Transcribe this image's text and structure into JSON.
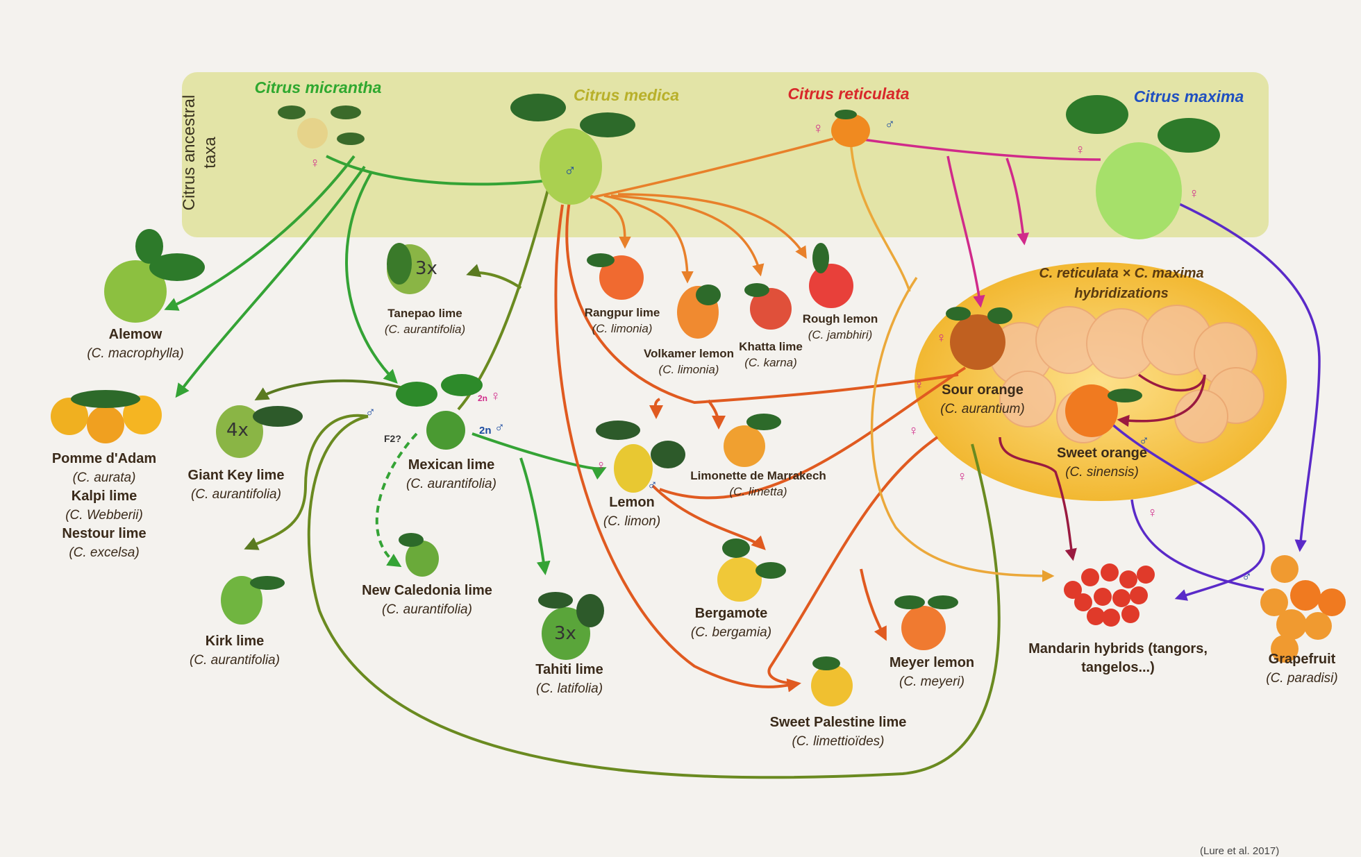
{
  "side_label": "Citrus ancestral taxa",
  "taxa": {
    "micrantha": {
      "name": "Citrus micrantha",
      "color": "#2fa82f"
    },
    "medica": {
      "name": "Citrus medica",
      "color": "#b8b02a"
    },
    "reticulata": {
      "name": "Citrus reticulata",
      "color": "#d8282a"
    },
    "maxima": {
      "name": "Citrus maxima",
      "color": "#2050c0"
    }
  },
  "hybrid_zone": {
    "line1": "C. reticulata × C. maxima",
    "line2": "hybridizations"
  },
  "nodes": {
    "alemow": {
      "name": "Alemow",
      "species": "(C. macrophylla)"
    },
    "pomme": {
      "name": "Pomme d'Adam",
      "species": "(C. aurata)"
    },
    "kalpi": {
      "name": "Kalpi lime",
      "species": "(C. Webberii)"
    },
    "nestour": {
      "name": "Nestour lime",
      "species": "(C. excelsa)"
    },
    "tanepao": {
      "name": "Tanepao lime",
      "species": "(C. aurantifolia)",
      "ploidy": "3x"
    },
    "giantkey": {
      "name": "Giant Key lime",
      "species": "(C. aurantifolia)",
      "ploidy": "4x"
    },
    "mexican": {
      "name": "Mexican lime",
      "species": "(C. aurantifolia)"
    },
    "kirk": {
      "name": "Kirk lime",
      "species": "(C. aurantifolia)"
    },
    "newcal": {
      "name": "New Caledonia lime",
      "species": "(C. aurantifolia)"
    },
    "tahiti": {
      "name": "Tahiti lime",
      "species": "(C. latifolia)",
      "ploidy": "3x"
    },
    "rangpur": {
      "name": "Rangpur lime",
      "species": "(C. limonia)"
    },
    "volkamer": {
      "name": "Volkamer lemon",
      "species": "(C. limonia)"
    },
    "khatta": {
      "name": "Khatta lime",
      "species": "(C. karna)"
    },
    "rough": {
      "name": "Rough lemon",
      "species": "(C. jambhiri)"
    },
    "lemon": {
      "name": "Lemon",
      "species": "(C. limon)"
    },
    "limonette": {
      "name": "Limonette de Marrakech",
      "species": "(C. limetta)"
    },
    "bergamote": {
      "name": "Bergamote",
      "species": "(C. bergamia)"
    },
    "sweetpal": {
      "name": "Sweet Palestine lime",
      "species": "(C. limettioïdes)"
    },
    "meyer": {
      "name": "Meyer lemon",
      "species": "(C. meyeri)"
    },
    "sour": {
      "name": "Sour orange",
      "species": "(C. aurantium)"
    },
    "sweetorange": {
      "name": "Sweet orange",
      "species": "(C. sinensis)"
    },
    "mandarin": {
      "name": "Mandarin hybrids (tangors,",
      "name2": "tangelos...)"
    },
    "grapefruit": {
      "name": "Grapefruit",
      "species": "(C. paradisi)"
    }
  },
  "markers": {
    "f2": "F2?",
    "two_n": "2n",
    "female": "♀",
    "male": "♂"
  },
  "citation": "(Lure et al. 2017)"
}
